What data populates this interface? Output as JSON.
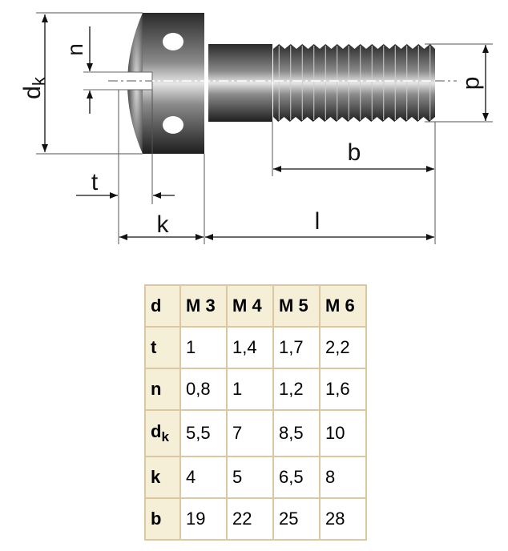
{
  "drawing": {
    "labels": {
      "dk_main": "d",
      "dk_sub": "k",
      "n": "n",
      "t": "t",
      "k": "k",
      "l": "l",
      "b": "b",
      "d": "d"
    }
  },
  "table": {
    "header": {
      "label": "d",
      "sizes": [
        "M 3",
        "M 4",
        "M 5",
        "M 6"
      ]
    },
    "rows": [
      {
        "label": "t",
        "values": [
          "1",
          "1,4",
          "1,7",
          "2,2"
        ]
      },
      {
        "label": "n",
        "values": [
          "0,8",
          "1",
          "1,2",
          "1,6"
        ]
      },
      {
        "label": "d",
        "label_sub": "k",
        "values": [
          "5,5",
          "7",
          "8,5",
          "10"
        ]
      },
      {
        "label": "k",
        "values": [
          "4",
          "5",
          "6,5",
          "8"
        ]
      },
      {
        "label": "b",
        "values": [
          "19",
          "22",
          "25",
          "28"
        ]
      }
    ]
  },
  "colors": {
    "table_border": "#dcc8a0",
    "header_bg": "#f4efd6"
  }
}
